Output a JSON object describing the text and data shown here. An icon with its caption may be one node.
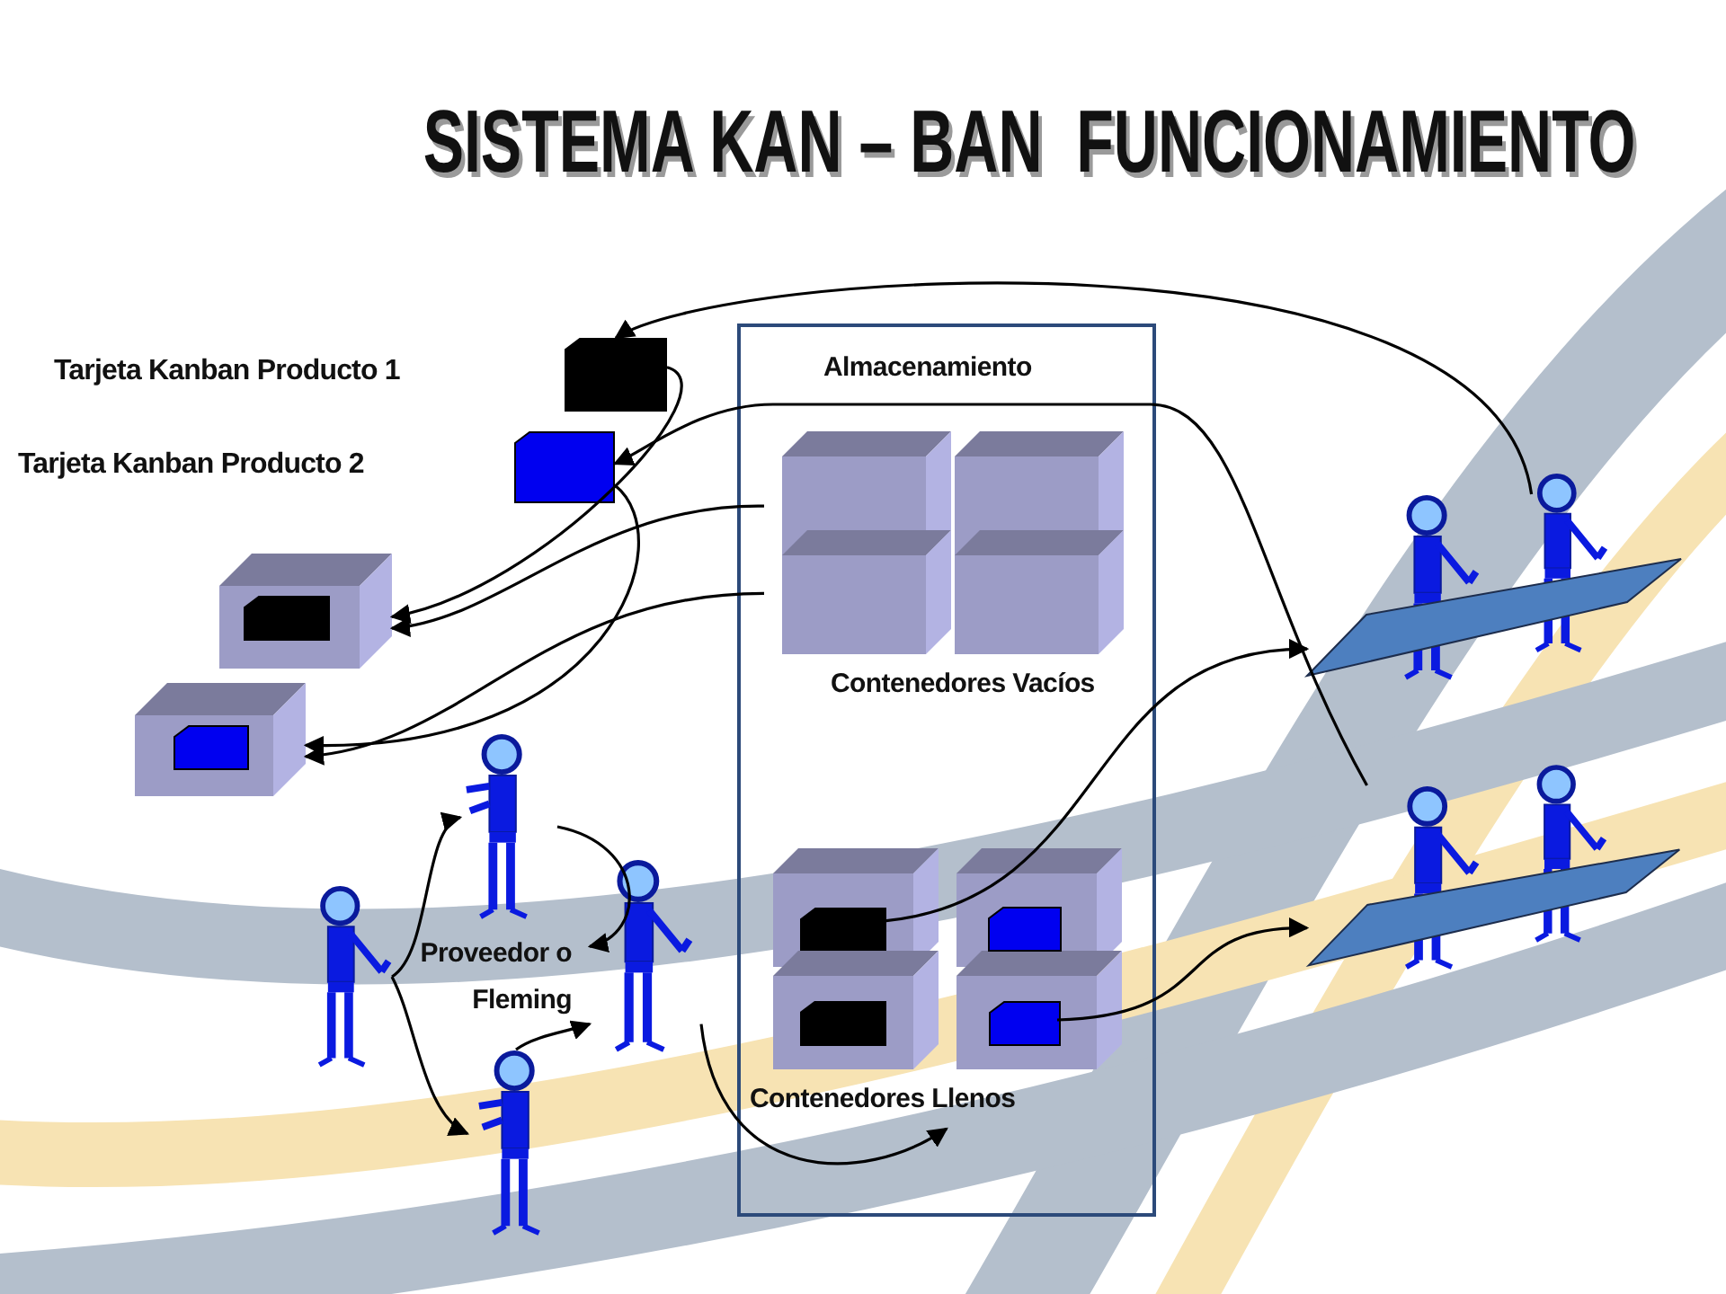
{
  "diagram": {
    "title": "SISTEMA KAN – BAN  FUNCIONAMIENTO",
    "nodes": [
      {
        "text": [
          "Almacenamiento"
        ]
      },
      {
        "text": [
          "Contenedores Vacíos"
        ],
        "in": 0
      },
      {
        "text": [
          "Contenedores Llenos"
        ],
        "in": 0
      },
      {
        "text": [],
        "shape": "box",
        "in": 2
      },
      {
        "text": [],
        "shape": "box",
        "in": 2
      },
      {
        "text": [],
        "shape": "box"
      },
      {
        "text": [],
        "shape": "box"
      },
      {
        "text": [],
        "shape": "box"
      },
      {
        "text": [],
        "shape": "box"
      },
      {
        "text": [],
        "shape": "person"
      },
      {
        "text": [],
        "shape": "person"
      },
      {
        "text": [],
        "shape": "person"
      },
      {
        "text": [],
        "shape": "person"
      },
      {
        "text": [],
        "shape": "picture"
      },
      {
        "text": [],
        "shape": "picture"
      }
    ],
    "edges": [
      {
        "from": 5,
        "to": 7,
        "arrow": "to"
      },
      {
        "from": 1,
        "to": 7,
        "arrow": "to"
      },
      {
        "from": 6,
        "to": 8,
        "arrow": "to"
      },
      {
        "from": 1,
        "to": 8,
        "arrow": "to"
      },
      {
        "from": 13,
        "to": 5,
        "arrow": "to"
      },
      {
        "from": 14,
        "to": 6,
        "arrow": "to"
      },
      {
        "from": 3,
        "to": 13,
        "arrow": "to"
      },
      {
        "from": 4,
        "to": 14,
        "arrow": "to"
      },
      {
        "from": 9,
        "to": 10,
        "arrow": "to"
      },
      {
        "from": 9,
        "to": 12,
        "arrow": "to"
      },
      {
        "from": 10,
        "to": 11,
        "arrow": "to"
      },
      {
        "from": 12,
        "to": 11,
        "arrow": "to"
      },
      {
        "from": 11,
        "to": 2,
        "arrow": "to"
      }
    ],
    "labels": [
      "Tarjeta Kanban Producto 1",
      "Tarjeta Kanban Producto 2",
      "Proveedor o Fleming"
    ]
  }
}
